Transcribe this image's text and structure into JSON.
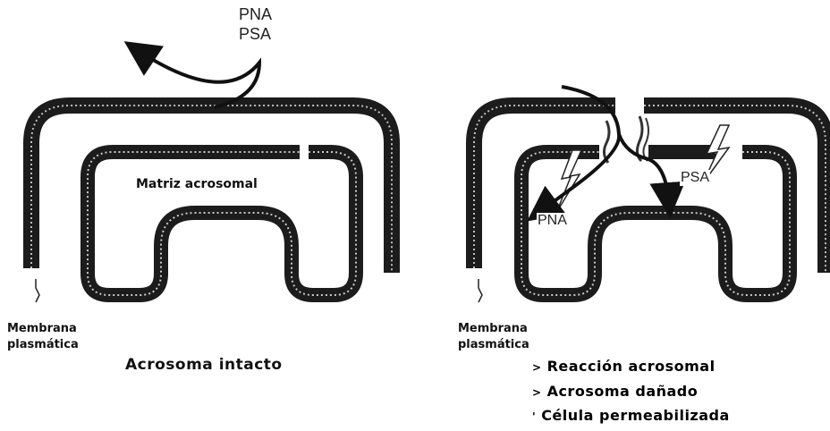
{
  "top_labels": {
    "pna": "PNA",
    "psa": "PSA"
  },
  "left_panel": {
    "matrix_label": "Matriz acrosomal",
    "membrane_label_line1": "Membrana",
    "membrane_label_line2": "plasmática",
    "caption": "Acrosoma intacto"
  },
  "right_panel": {
    "pna_label": "PNA",
    "psa_label": "PSA",
    "membrane_label_line1": "Membrana",
    "membrane_label_line2": "plasmática",
    "legend": [
      {
        "marker": ">",
        "text": "Reacción acrosomal"
      },
      {
        "marker": ">",
        "text": "Acrosoma dañado"
      },
      {
        "marker": "'",
        "text": "Célula permeabilizada"
      }
    ]
  }
}
